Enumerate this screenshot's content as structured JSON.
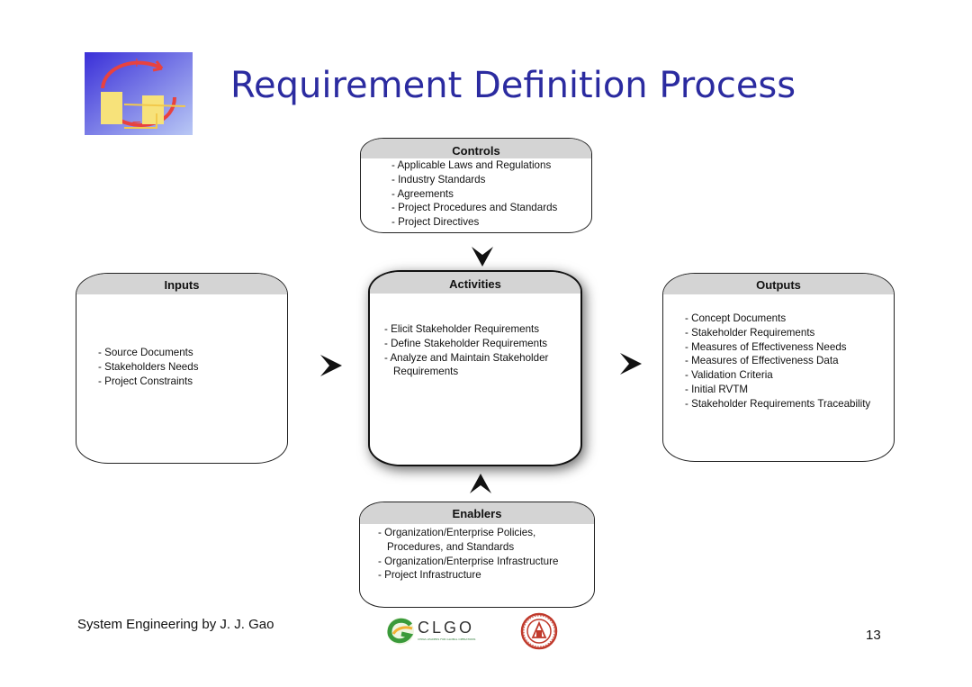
{
  "slide": {
    "title": "Requirement Definition Process",
    "footer_text": "System Engineering by J. J. Gao",
    "page_number": "13",
    "title_color": "#2b2ba0"
  },
  "diagram": {
    "controls": {
      "title": "Controls",
      "items": [
        "- Applicable Laws and Regulations",
        "- Industry Standards",
        "- Agreements",
        "- Project Procedures and Standards",
        "- Project Directives"
      ]
    },
    "inputs": {
      "title": "Inputs",
      "items": [
        "- Source Documents",
        "- Stakeholders Needs",
        "- Project Constraints"
      ]
    },
    "activities": {
      "title": "Activities",
      "items": [
        "- Elicit Stakeholder Requirements",
        "- Define Stakeholder Requirements",
        "- Analyze and Maintain Stakeholder Requirements"
      ]
    },
    "outputs": {
      "title": "Outputs",
      "items": [
        "- Concept Documents",
        "- Stakeholder Requirements",
        "- Measures of Effectiveness Needs",
        "- Measures of Effectiveness Data",
        "- Validation Criteria",
        "- Initial RVTM",
        "- Stakeholder Requirements Traceability"
      ]
    },
    "enablers": {
      "title": "Enablers",
      "items": [
        "- Organization/Enterprise Policies, Procedures, and Standards",
        "- Organization/Enterprise Infrastructure",
        "- Project Infrastructure"
      ]
    }
  },
  "logos": {
    "clgo_text": "CLGO",
    "clgo_subtext": "CHINA LEADERS FOR GLOBAL OPERATIONS",
    "slide_logo_icon": "cycle-arrows-icon",
    "seal_icon": "university-seal-icon"
  }
}
